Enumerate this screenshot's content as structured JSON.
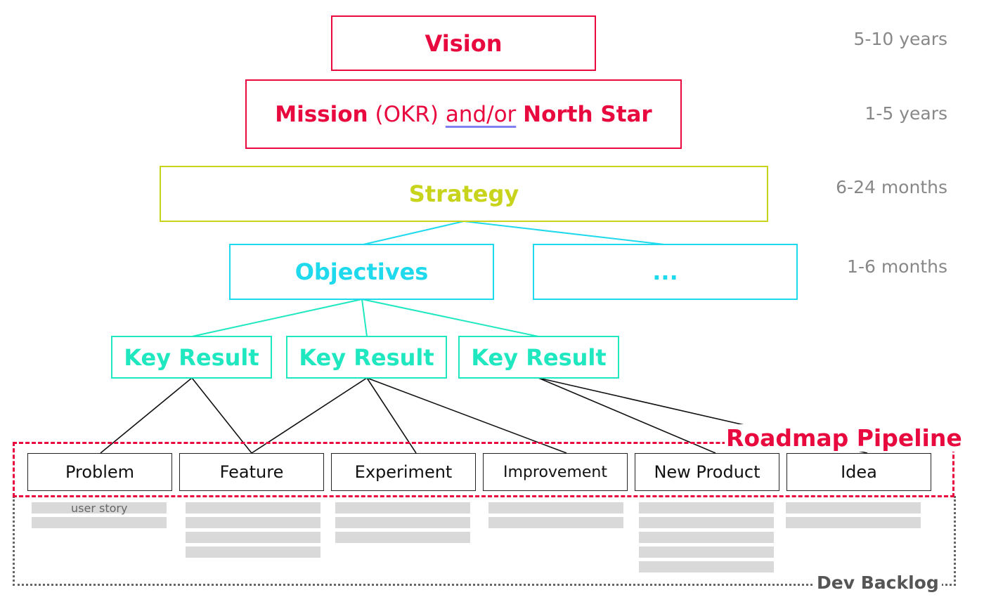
{
  "vision": {
    "label": "Vision",
    "horizon": "5-10 years"
  },
  "mission": {
    "label": "Mission",
    "okr": "(OKR)",
    "andor": "and/or",
    "northstar": "North Star",
    "horizon": "1-5 years"
  },
  "strategy": {
    "label": "Strategy",
    "horizon": "6-24 months"
  },
  "objectives": {
    "label": "Objectives",
    "other": "...",
    "horizon": "1-6 months"
  },
  "key_results": [
    "Key Result",
    "Key Result",
    "Key Result"
  ],
  "pipeline": {
    "title": "Roadmap Pipeline",
    "items": [
      "Problem",
      "Feature",
      "Experiment",
      "Improvement",
      "New Product",
      "Idea"
    ]
  },
  "backlog": {
    "title": "Dev Backlog",
    "user_story_label": "user story"
  },
  "colors": {
    "vision_mission": "#e8093f",
    "strategy": "#c8d41c",
    "objectives": "#1fd9ec",
    "key_results": "#1fe8c0"
  }
}
